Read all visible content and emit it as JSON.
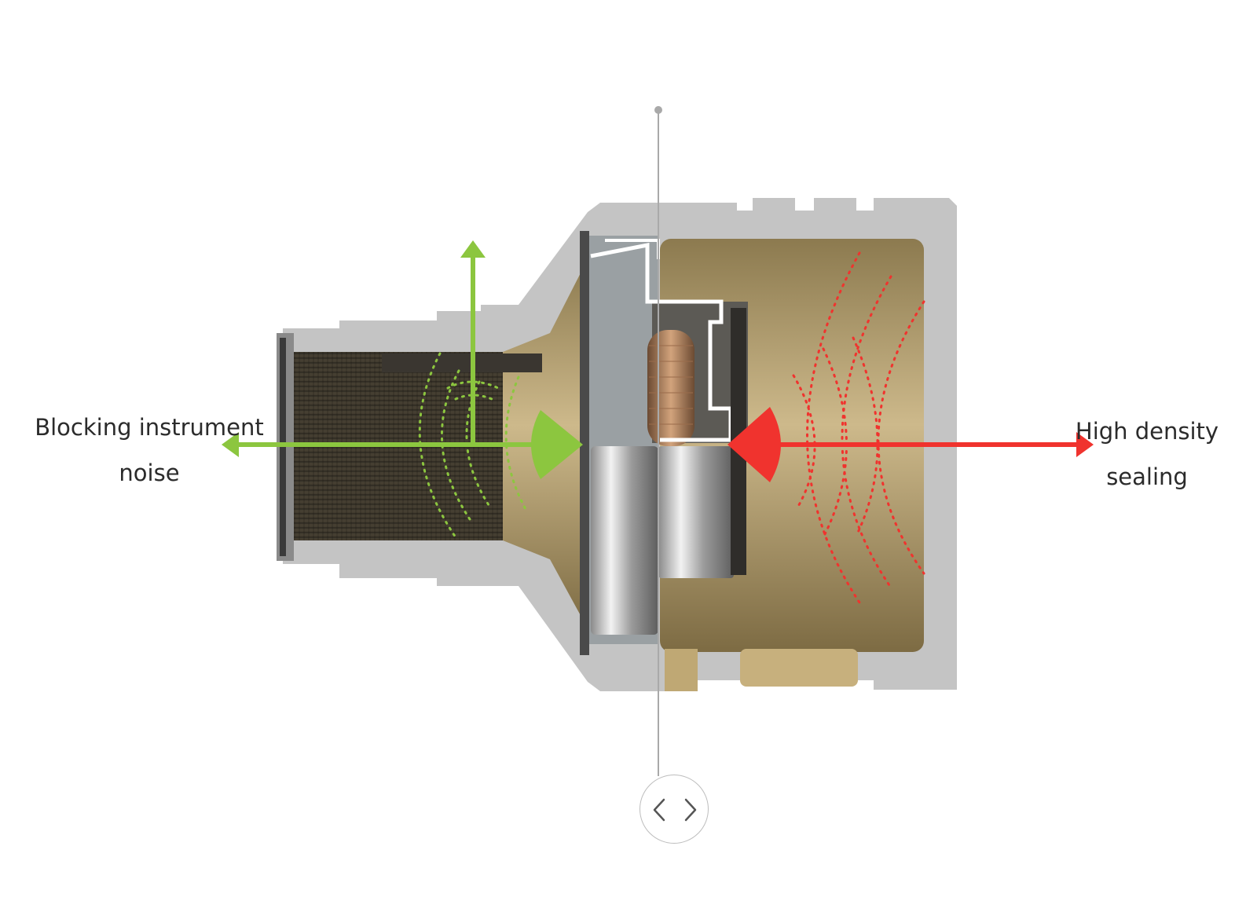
{
  "labels": {
    "left_line1": "Blocking instrument",
    "left_line2": "noise",
    "right_line1": "High density",
    "right_line2": "sealing"
  },
  "colors": {
    "green_accent": "#8cc63f",
    "red_accent": "#f0332e",
    "gray_housing": "#c4c4c4",
    "brass": "#b49f70"
  },
  "icons": {
    "slider_handle": "chevron-left-right-icon"
  }
}
